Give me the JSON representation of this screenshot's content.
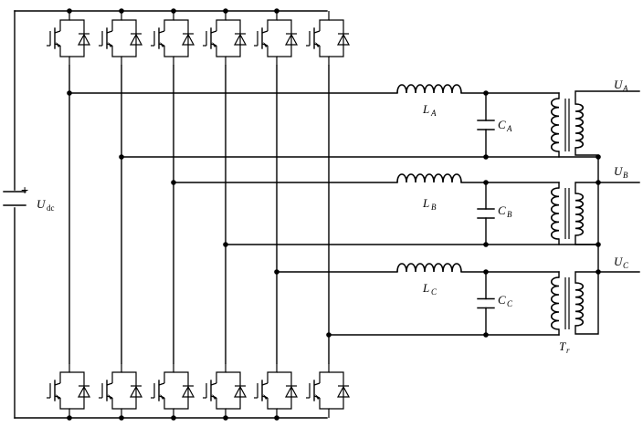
{
  "dc_source": {
    "plus": "+",
    "label": "U",
    "sub": "dc"
  },
  "inductors": [
    {
      "label": "L",
      "sub": "A"
    },
    {
      "label": "L",
      "sub": "B"
    },
    {
      "label": "L",
      "sub": "C"
    }
  ],
  "capacitors": [
    {
      "label": "C",
      "sub": "A"
    },
    {
      "label": "C",
      "sub": "B"
    },
    {
      "label": "C",
      "sub": "C"
    }
  ],
  "outputs": [
    {
      "label": "U",
      "sub": "A"
    },
    {
      "label": "U",
      "sub": "B"
    },
    {
      "label": "U",
      "sub": "C"
    }
  ],
  "transformer": {
    "label": "T",
    "sub": "r"
  }
}
